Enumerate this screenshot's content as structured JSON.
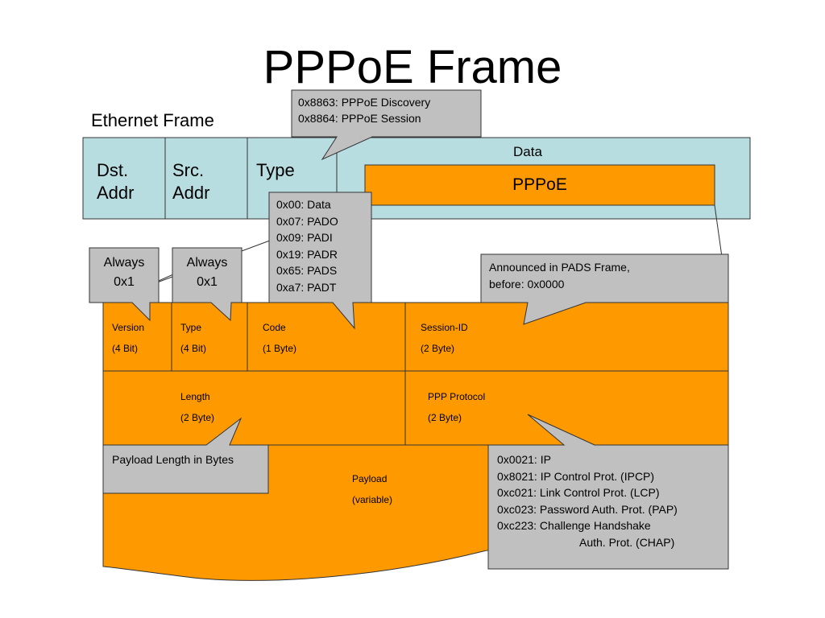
{
  "title": "PPPoE Frame",
  "ethernet_frame": {
    "label": "Ethernet Frame",
    "fields": [
      {
        "line1": "Dst.",
        "line2": "Addr"
      },
      {
        "line1": "Src.",
        "line2": "Addr"
      },
      {
        "line1": "Type"
      }
    ],
    "data_label": "Data",
    "pppoe_label": "PPPoE"
  },
  "pppoe_header": {
    "version": {
      "name": "Version",
      "size": "(4 Bit)"
    },
    "type": {
      "name": "Type",
      "size": "(4 Bit)"
    },
    "code": {
      "name": "Code",
      "size": "(1 Byte)"
    },
    "session_id": {
      "name": "Session-ID",
      "size": "(2 Byte)"
    },
    "length": {
      "name": "Length",
      "size": "(2 Byte)"
    },
    "ppp_protocol": {
      "name": "PPP Protocol",
      "size": "(2 Byte)"
    },
    "payload": {
      "name": "Payload",
      "size": "(variable)"
    }
  },
  "callouts": {
    "ethertype": [
      "0x8863: PPPoE Discovery",
      "0x8864: PPPoE Session"
    ],
    "codes": [
      "0x00: Data",
      "0x07: PADO",
      "0x09: PADI",
      "0x19: PADR",
      "0x65: PADS",
      "0xa7: PADT"
    ],
    "version_always": [
      "Always",
      "0x1"
    ],
    "type_always": [
      "Always",
      "0x1"
    ],
    "session_note": [
      "Announced in PADS Frame,",
      "before: 0x0000"
    ],
    "payload_length": "Payload Length in Bytes",
    "protocols": [
      "0x0021: IP",
      "0x8021: IP Control Prot. (IPCP)",
      "0xc021: Link Control Prot. (LCP)",
      "0xc023: Password Auth. Prot. (PAP)",
      "0xc223: Challenge Handshake",
      "Auth. Prot. (CHAP)"
    ]
  },
  "colors": {
    "ethernet_fill": "#b7dde0",
    "pppoe_fill": "#ff9900",
    "callout_fill": "#c0c0c0",
    "stroke": "#333333"
  }
}
